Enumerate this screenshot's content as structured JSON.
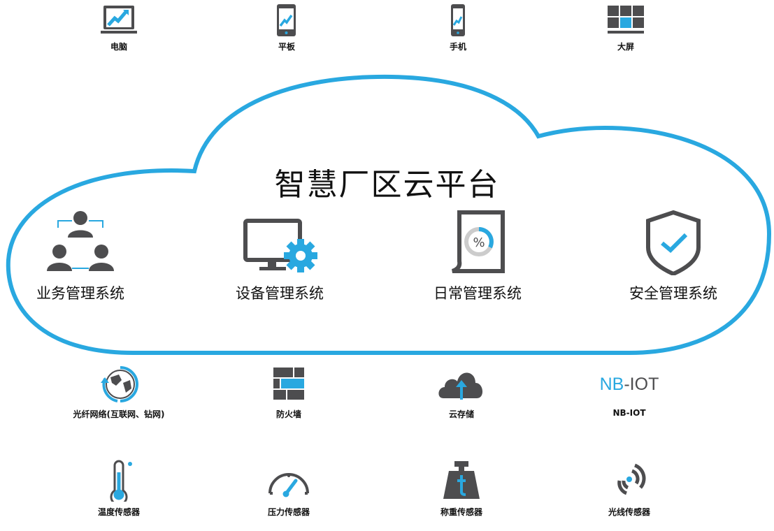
{
  "colors": {
    "accent": "#29a8e0",
    "icon": "#4d4d4f"
  },
  "devices": [
    {
      "label": "电脑",
      "icon": "laptop-icon"
    },
    {
      "label": "平板",
      "icon": "tablet-icon"
    },
    {
      "label": "手机",
      "icon": "phone-icon"
    },
    {
      "label": "大屏",
      "icon": "video-wall-icon"
    }
  ],
  "platform": {
    "title": "智慧厂区云平台"
  },
  "systems": [
    {
      "label": "业务管理系统",
      "icon": "users-network-icon"
    },
    {
      "label": "设备管理系统",
      "icon": "monitor-gear-icon"
    },
    {
      "label": "日常管理系统",
      "icon": "document-percent-icon"
    },
    {
      "label": "安全管理系统",
      "icon": "shield-check-icon"
    }
  ],
  "infrastructure": [
    {
      "label": "光纤网络(互联网、钻网)",
      "icon": "globe-icon"
    },
    {
      "label": "防火墙",
      "icon": "firewall-icon"
    },
    {
      "label": "云存储",
      "icon": "cloud-upload-icon"
    },
    {
      "label": "NB-IOT",
      "icon": "nb-iot-logo",
      "logo_a": "NB",
      "logo_b": "-IOT"
    }
  ],
  "sensors": [
    {
      "label": "温度传感器",
      "icon": "thermometer-icon"
    },
    {
      "label": "压力传感器",
      "icon": "gauge-icon"
    },
    {
      "label": "称重传感器",
      "icon": "weight-icon"
    },
    {
      "label": "光线传感器",
      "icon": "signal-icon"
    }
  ]
}
